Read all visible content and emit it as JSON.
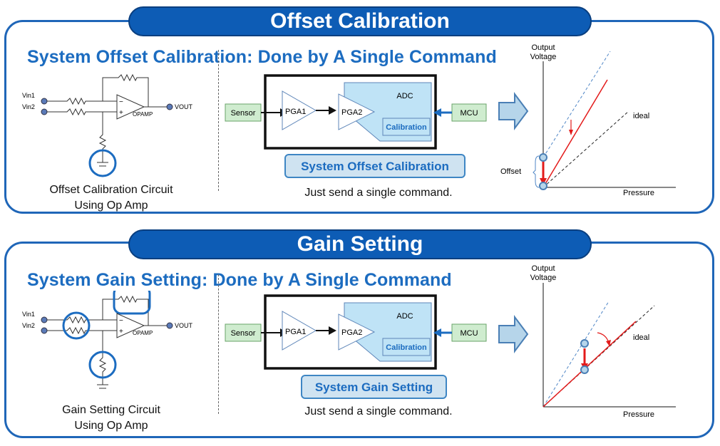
{
  "sections": [
    {
      "title": "Offset Calibration",
      "subtitle": "System Offset Calibration: Done by A Single Command",
      "circuit": {
        "inputs": [
          "Vin1",
          "Vin2"
        ],
        "amp_label": "OPAMP",
        "output_label": "VOUT",
        "minus": "−",
        "plus": "+",
        "caption_line1": "Offset Calibration Circuit",
        "caption_line2": "Using Op Amp"
      },
      "block": {
        "sensor": "Sensor",
        "pga1": "PGA1",
        "pga2": "PGA2",
        "adc": "ADC",
        "calibration": "Calibration",
        "mcu": "MCU",
        "highlight": "System Offset Calibration",
        "note": "Just send a single command."
      },
      "graph": {
        "ylabel_line1": "Output",
        "ylabel_line2": "Voltage",
        "xlabel": "Pressure",
        "ideal_label": "ideal",
        "offset_label": "Offset"
      }
    },
    {
      "title": "Gain Setting",
      "subtitle": "System Gain Setting: Done by A Single Command",
      "circuit": {
        "inputs": [
          "Vin1",
          "Vin2"
        ],
        "amp_label": "OPAMP",
        "output_label": "VOUT",
        "minus": "−",
        "plus": "+",
        "caption_line1": "Gain Setting Circuit",
        "caption_line2": "Using Op Amp"
      },
      "block": {
        "sensor": "Sensor",
        "pga1": "PGA1",
        "pga2": "PGA2",
        "adc": "ADC",
        "calibration": "Calibration",
        "mcu": "MCU",
        "highlight": "System Gain Setting",
        "note": "Just send a single command."
      },
      "graph": {
        "ylabel_line1": "Output",
        "ylabel_line2": "Voltage",
        "xlabel": "Pressure",
        "ideal_label": "ideal"
      }
    }
  ],
  "colors": {
    "banner": "#0d5cb5",
    "frame": "#1f66b8",
    "subtitle": "#1c6cc0",
    "adc_fill": "#bfe3f6",
    "sensor_fill": "#cfeccf",
    "red": "#e31b1b",
    "ideal_dash": "#222222",
    "blue_dash": "#4f86c6"
  }
}
